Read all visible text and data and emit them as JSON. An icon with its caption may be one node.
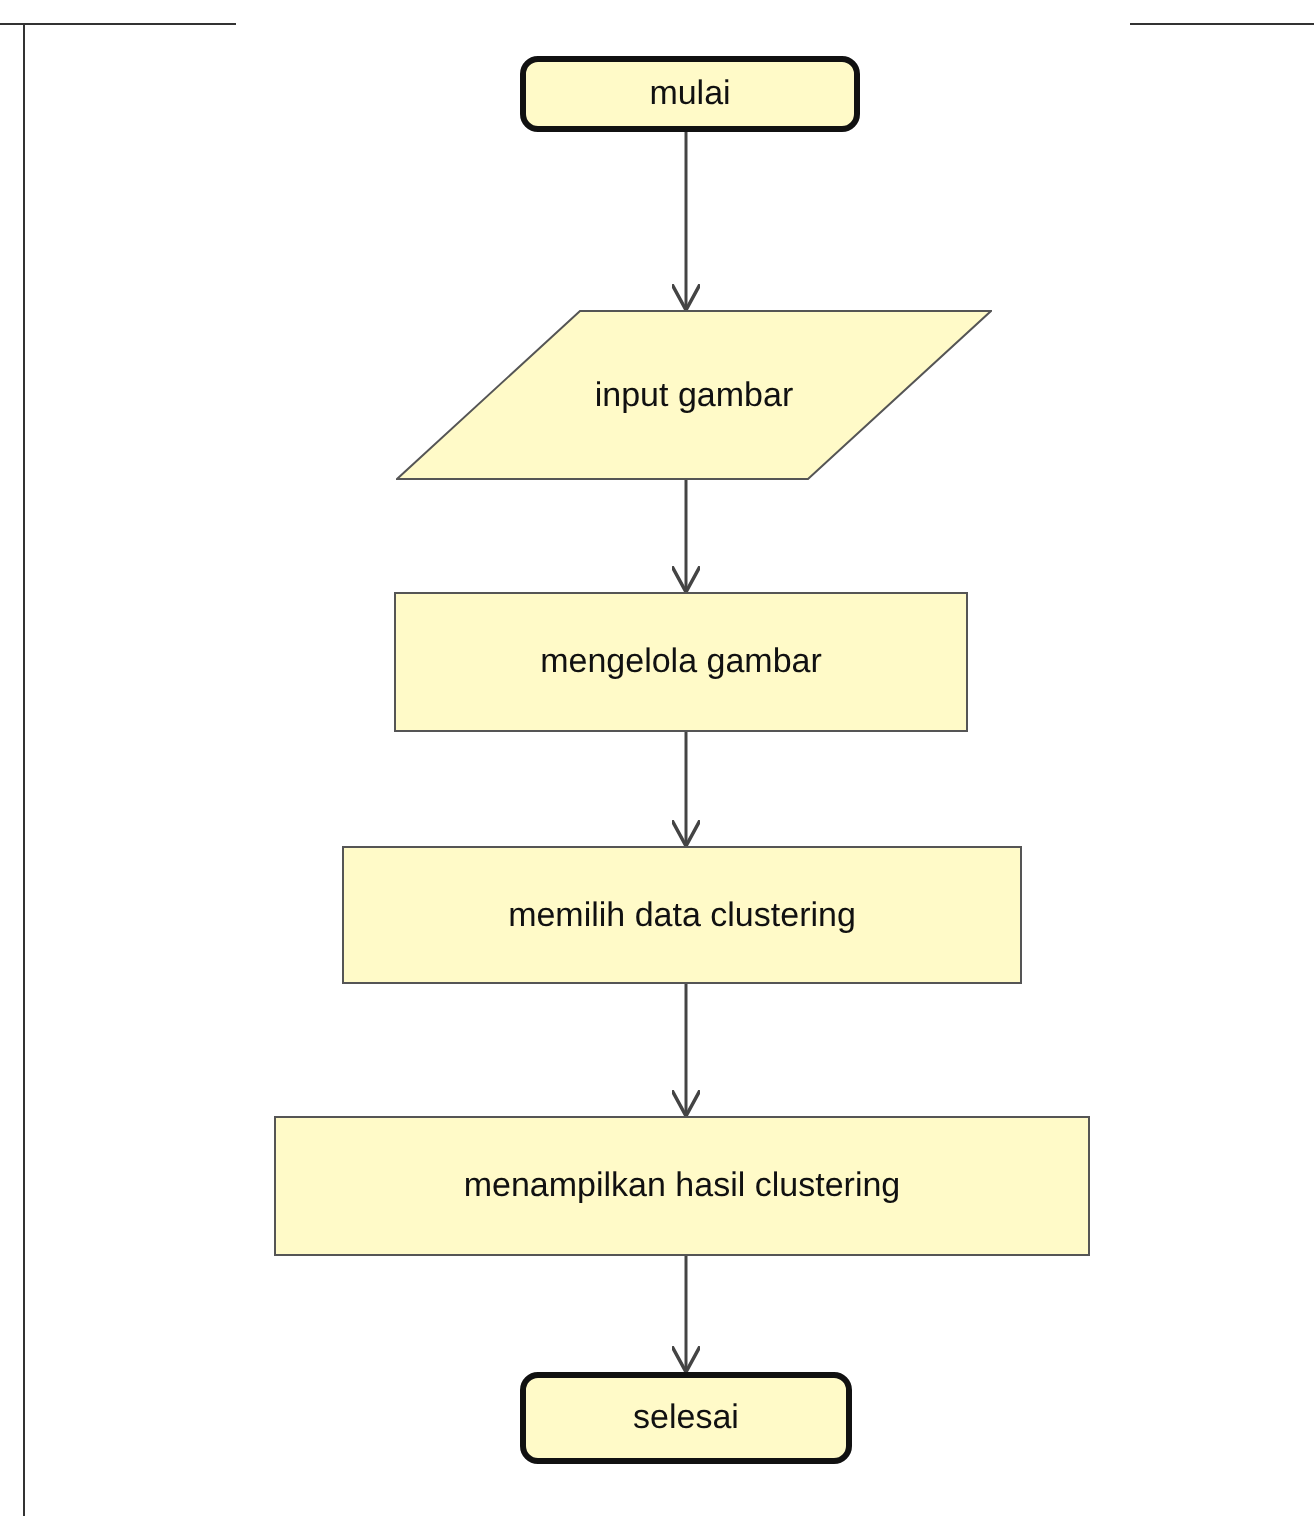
{
  "diagram": {
    "nodes": [
      {
        "text": [
          "mulai"
        ]
      },
      {
        "text": [
          "input gambar"
        ]
      },
      {
        "text": [
          "mengelola gambar"
        ]
      },
      {
        "text": [
          "memilih data clustering"
        ]
      },
      {
        "text": [
          "menampilkan hasil clustering"
        ]
      },
      {
        "text": [
          "selesai"
        ]
      }
    ],
    "edges": [
      {
        "from": 0,
        "to": 1,
        "arrow": "to"
      },
      {
        "from": 1,
        "to": 2,
        "arrow": "to"
      },
      {
        "from": 2,
        "to": 3,
        "arrow": "to"
      },
      {
        "from": 3,
        "to": 4,
        "arrow": "to"
      },
      {
        "from": 4,
        "to": 5,
        "arrow": "to"
      }
    ]
  }
}
